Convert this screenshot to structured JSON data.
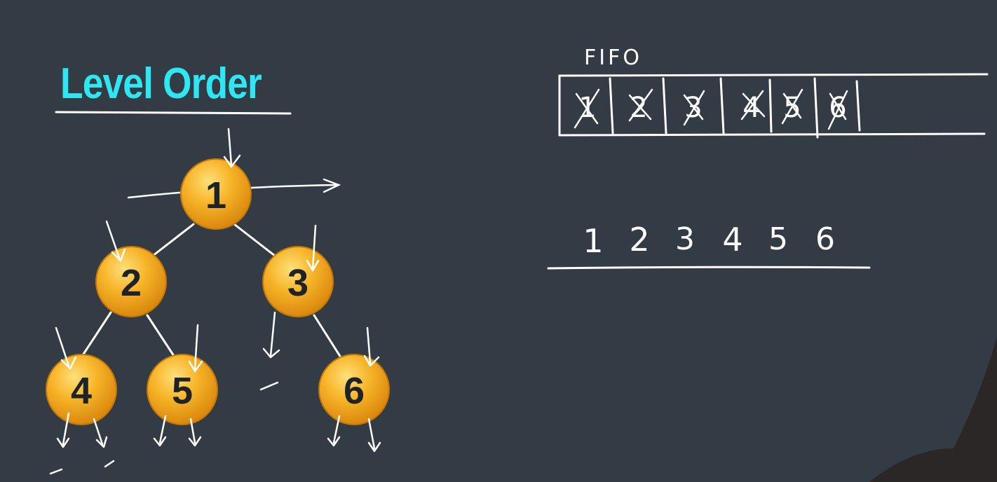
{
  "title": "Level Order",
  "queue_label": "FIFO",
  "tree": {
    "nodes": [
      {
        "label": "1"
      },
      {
        "label": "2"
      },
      {
        "label": "3"
      },
      {
        "label": "4"
      },
      {
        "label": "5"
      },
      {
        "label": "6"
      }
    ]
  },
  "queue_cells": [
    "1",
    "2",
    "3",
    "4",
    "5",
    "6"
  ],
  "output": [
    "1",
    "2",
    "3",
    "4",
    "5",
    "6"
  ],
  "colors": {
    "background": "#333b44",
    "title": "#2fe7f2",
    "node_fill": "#f5a81c",
    "ink": "#ffffff"
  }
}
